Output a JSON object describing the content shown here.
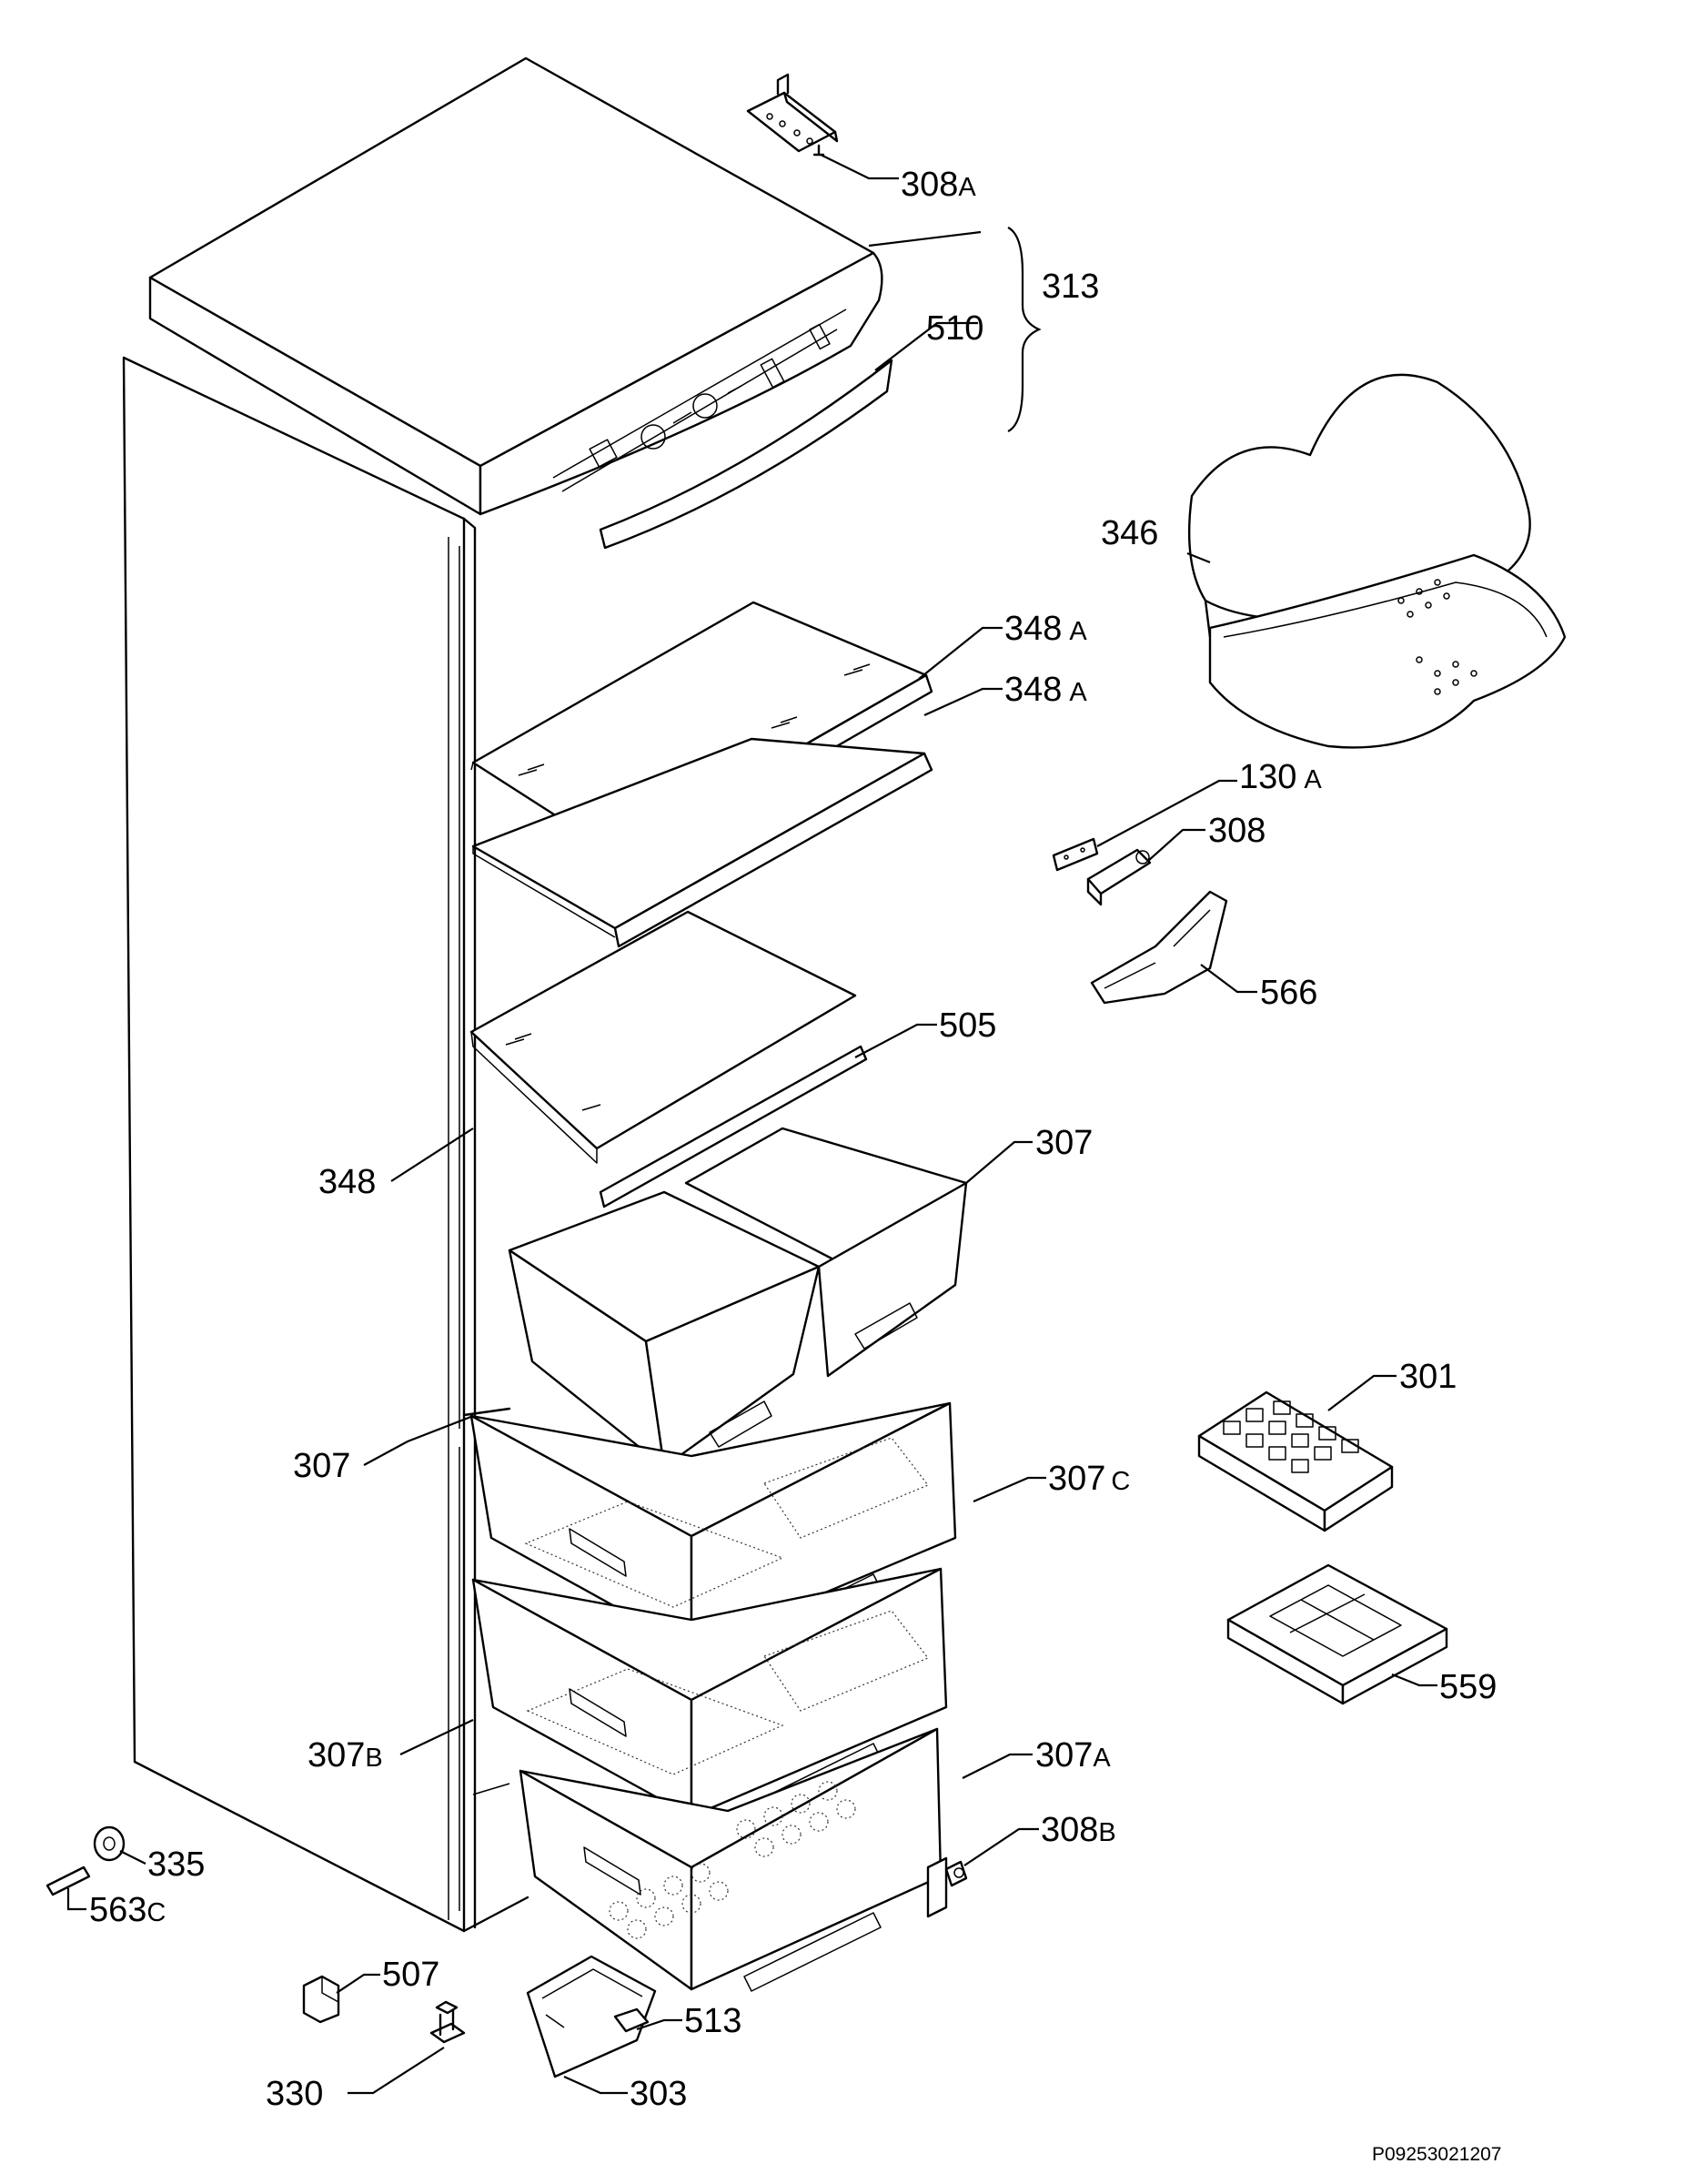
{
  "diagram": {
    "drawing_code": "P09253021207",
    "labels": [
      {
        "id": "l308a",
        "number": "308",
        "suffix": "A"
      },
      {
        "id": "l313",
        "number": "313",
        "suffix": ""
      },
      {
        "id": "l510",
        "number": "510",
        "suffix": ""
      },
      {
        "id": "l346",
        "number": "346",
        "suffix": ""
      },
      {
        "id": "l348a1",
        "number": "348",
        "suffix": "A"
      },
      {
        "id": "l348a2",
        "number": "348",
        "suffix": "A"
      },
      {
        "id": "l130a",
        "number": "130",
        "suffix": "A"
      },
      {
        "id": "l308",
        "number": "308",
        "suffix": ""
      },
      {
        "id": "l566",
        "number": "566",
        "suffix": ""
      },
      {
        "id": "l505",
        "number": "505",
        "suffix": ""
      },
      {
        "id": "l307r",
        "number": "307",
        "suffix": ""
      },
      {
        "id": "l348",
        "number": "348",
        "suffix": ""
      },
      {
        "id": "l301",
        "number": "301",
        "suffix": ""
      },
      {
        "id": "l307l",
        "number": "307",
        "suffix": ""
      },
      {
        "id": "l307c",
        "number": "307",
        "suffix": "C"
      },
      {
        "id": "l559",
        "number": "559",
        "suffix": ""
      },
      {
        "id": "l307b",
        "number": "307",
        "suffix": "B"
      },
      {
        "id": "l307a",
        "number": "307",
        "suffix": "A"
      },
      {
        "id": "l308b",
        "number": "308",
        "suffix": "B"
      },
      {
        "id": "l335",
        "number": "335",
        "suffix": ""
      },
      {
        "id": "l563c",
        "number": "563",
        "suffix": "C"
      },
      {
        "id": "l507",
        "number": "507",
        "suffix": ""
      },
      {
        "id": "l513",
        "number": "513",
        "suffix": ""
      },
      {
        "id": "l330",
        "number": "330",
        "suffix": ""
      },
      {
        "id": "l303",
        "number": "303",
        "suffix": ""
      }
    ]
  }
}
